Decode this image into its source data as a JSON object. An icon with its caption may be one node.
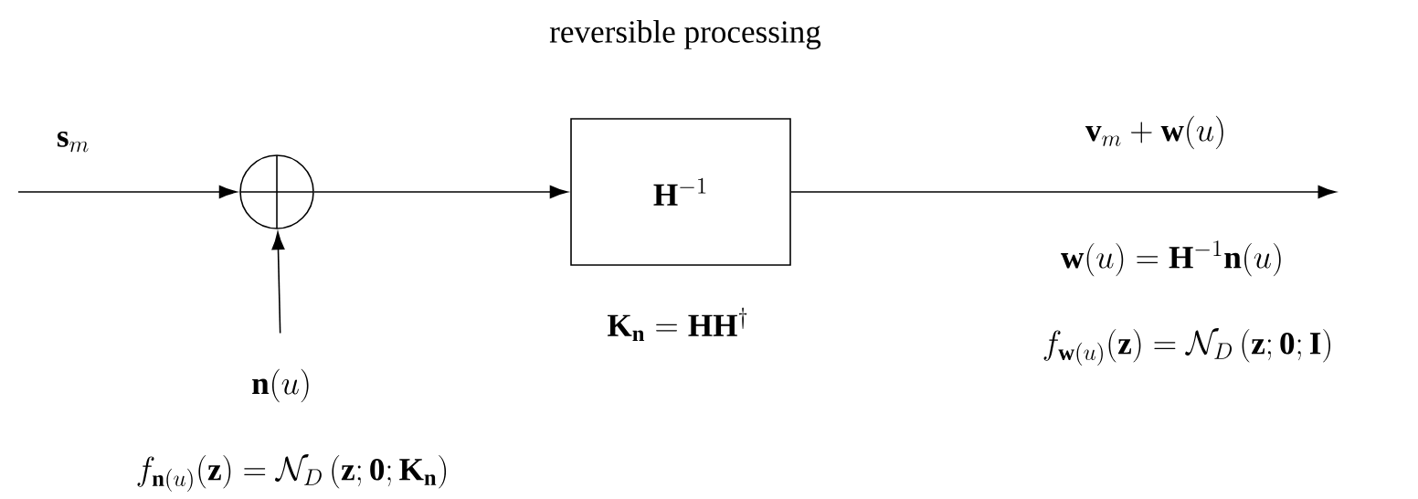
{
  "diagram": {
    "title": "reversible processing",
    "nodes": [
      {
        "text": [],
        "shape": "circle"
      },
      {
        "text": [
          "\\mathbf{H}^{-1}"
        ],
        "beside": [
          "\\mathbf{K}_{\\mathbf{n}}=\\mathbf{H}\\mathbf{H}^{\\dagger}"
        ]
      },
      {
        "text": [
          "\\mathbf{n}(u)"
        ],
        "beside": [
          "f_{\\mathbf{n}(u)}(\\mathbf{z})=\\mathcal{N}_D\\left(\\mathbf{z};\\mathbf{0};\\mathbf{K}_{\\mathbf{n}}\\right)"
        ]
      }
    ],
    "edges": [
      {
        "from": null,
        "to": 0,
        "arrow": "to",
        "label": "\\mathbf{s}_m"
      },
      {
        "from": 0,
        "to": 1,
        "arrow": "to"
      },
      {
        "from": 2,
        "to": 0,
        "arrow": "to"
      },
      {
        "from": 1,
        "to": null,
        "arrow": "to",
        "label": "\\mathbf{v}_m+\\mathbf{w}(u)"
      }
    ],
    "labels": [
      "\\mathbf{w}(u)=\\mathbf{H}^{-1}\\mathbf{n}(u)",
      "f_{\\mathbf{w}(u)}(\\mathbf{z})=\\mathcal{N}_D\\left(\\mathbf{z};\\mathbf{0};\\mathbf{I}\\right)"
    ]
  }
}
